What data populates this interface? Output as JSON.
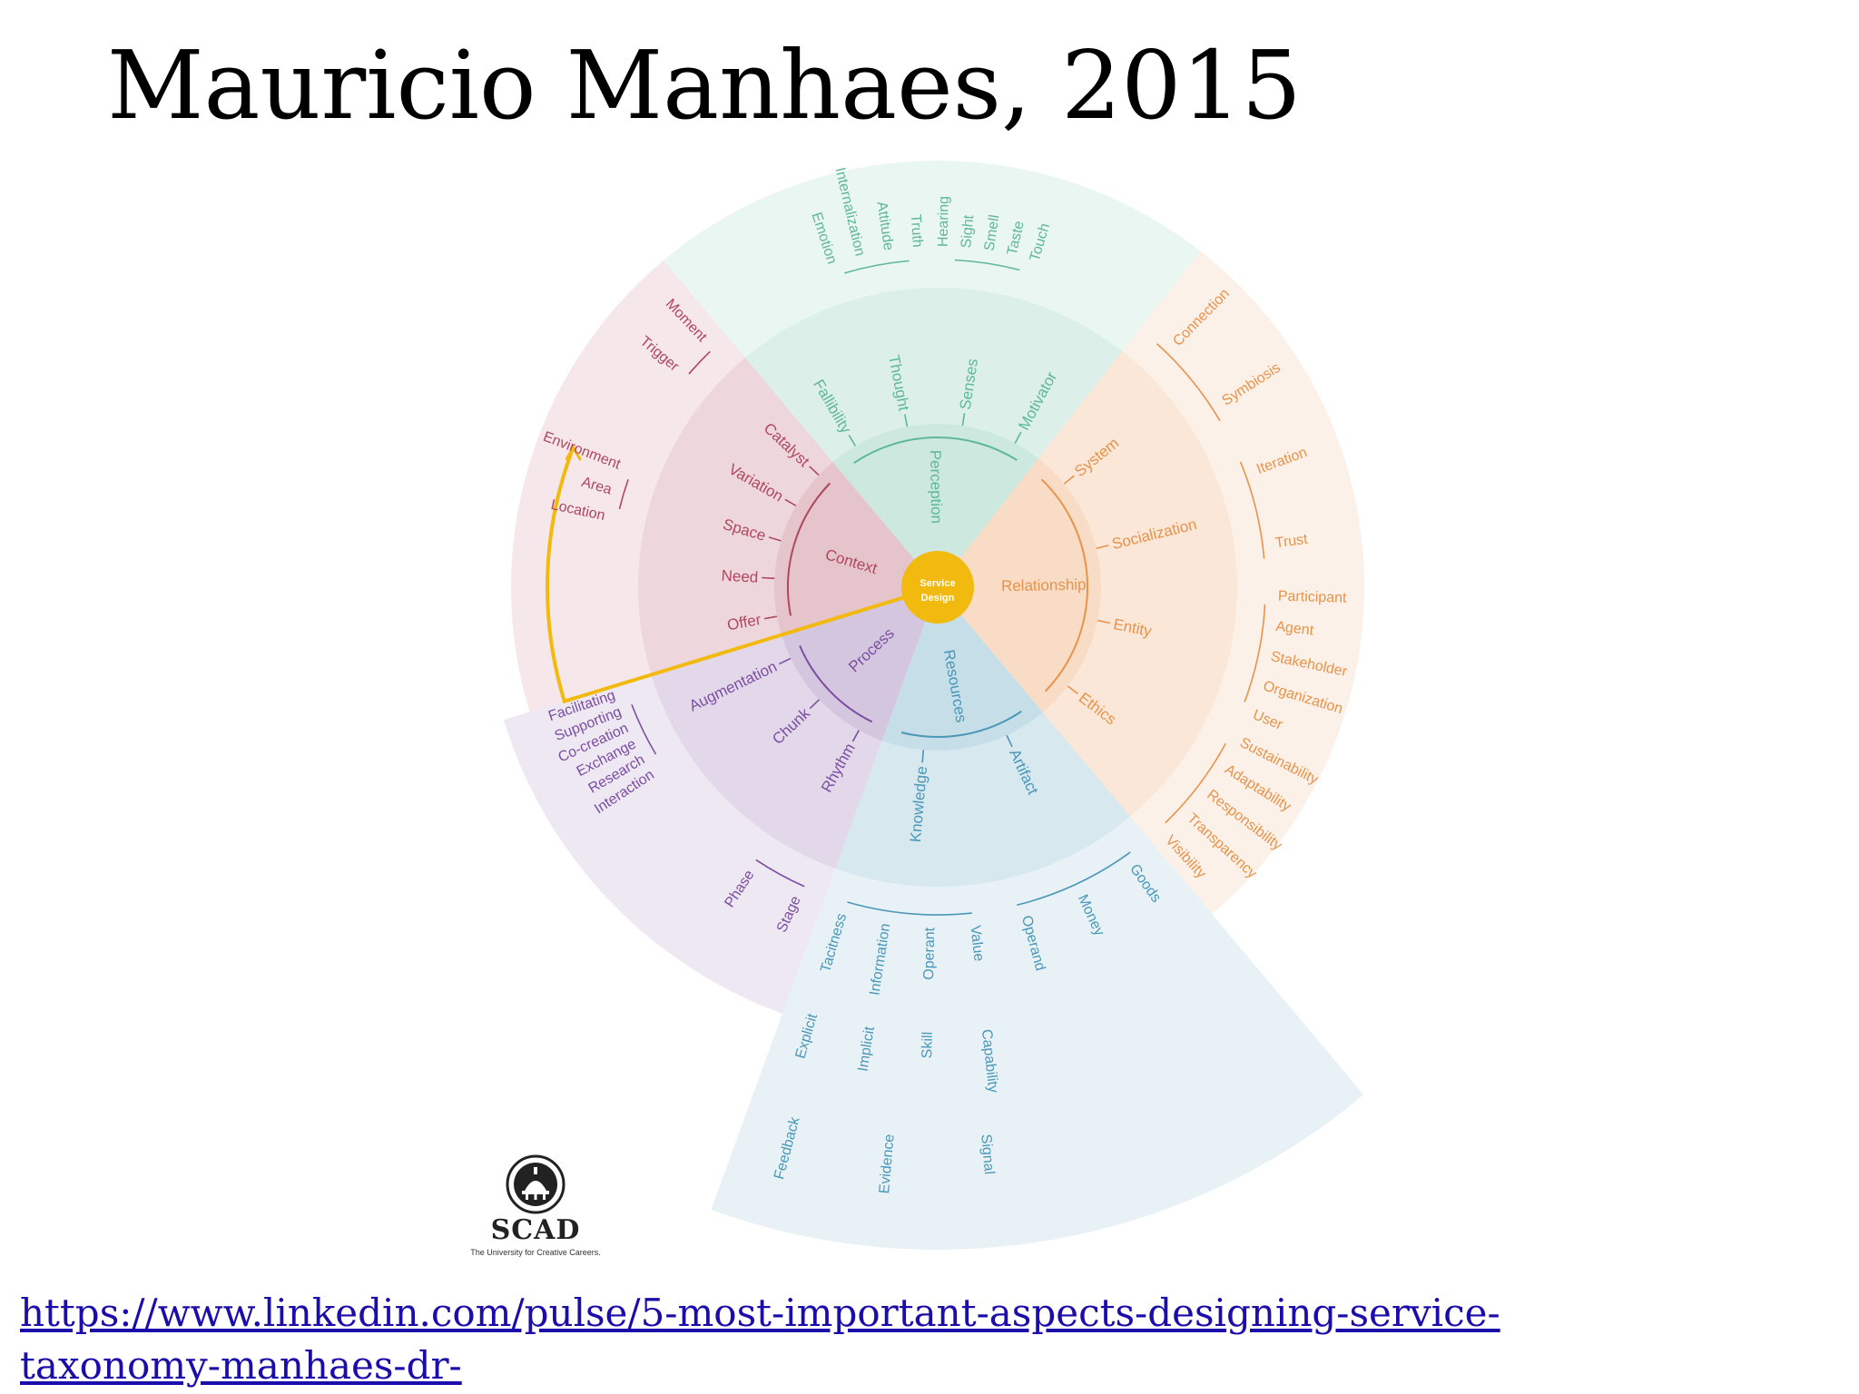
{
  "slide": {
    "title": "Mauricio Manhaes, 2015",
    "link_line1": "https://www.linkedin.com/pulse/5-most-important-aspects-designing-service-",
    "link_line2": "taxonomy-manhaes-dr-"
  },
  "logo": {
    "name": "SCAD",
    "tagline": "The University for Creative Careers."
  },
  "wheel": {
    "center_label_1": "Service",
    "center_label_2": "Design",
    "colors": {
      "perception": "#5fb79a",
      "relationship": "#e8934a",
      "resources": "#4a97b8",
      "process": "#7b4ea0",
      "context": "#b0475e",
      "center": "#f2b90f",
      "highlight": "#f2b90f"
    },
    "sectors": [
      {
        "id": "perception",
        "start": -40,
        "end": 38,
        "dimension": "Perception",
        "groups": [
          {
            "name": "Fallibility",
            "leaves": []
          },
          {
            "name": "Thought",
            "leaves": [
              "Emotion",
              "Internalization",
              "Attitude",
              "Truth"
            ]
          },
          {
            "name": "Senses",
            "leaves": [
              "Hearing",
              "Sight",
              "Smell",
              "Taste",
              "Touch"
            ]
          },
          {
            "name": "Motivator",
            "leaves": []
          }
        ]
      },
      {
        "id": "relationship",
        "start": 38,
        "end": 140,
        "dimension": "Relationship",
        "groups": [
          {
            "name": "System",
            "leaves": [
              "Connection",
              "Symbiosis"
            ]
          },
          {
            "name": "Socialization",
            "leaves": [
              "Iteration",
              "Trust"
            ]
          },
          {
            "name": "Entity",
            "leaves": [
              "Participant",
              "Agent",
              "Stakeholder",
              "Organization",
              "User"
            ]
          },
          {
            "name": "Ethics",
            "leaves": [
              "Sustainability",
              "Adaptability",
              "Responsibility",
              "Transparency",
              "Visibility"
            ]
          }
        ]
      },
      {
        "id": "resources",
        "start": 140,
        "end": 200,
        "dimension": "Resources",
        "groups": [
          {
            "name": "Artifact",
            "leaves": [
              "Goods",
              "Money",
              "Operand"
            ]
          },
          {
            "name": "Knowledge",
            "leaves": [
              "Value",
              "Operant",
              "Information",
              "Tacitness",
              "Capability",
              "Skill",
              "Implicit",
              "Explicit",
              "Signal",
              "Evidence",
              "Feedback"
            ]
          }
        ]
      },
      {
        "id": "process",
        "start": 200,
        "end": 253,
        "dimension": "Process",
        "groups": [
          {
            "name": "Rhythm",
            "leaves": [
              "Stage",
              "Phase"
            ]
          },
          {
            "name": "Chunk",
            "leaves": []
          },
          {
            "name": "Augmentation",
            "leaves": [
              "Interaction",
              "Research",
              "Exchange",
              "Co-creation",
              "Supporting",
              "Facilitating"
            ]
          }
        ]
      },
      {
        "id": "context",
        "start": 253,
        "end": 320,
        "dimension": "Context",
        "groups": [
          {
            "name": "Offer",
            "leaves": []
          },
          {
            "name": "Need",
            "leaves": []
          },
          {
            "name": "Space",
            "leaves": [
              "Location",
              "Area",
              "Environment"
            ]
          },
          {
            "name": "Variation",
            "leaves": []
          },
          {
            "name": "Catalyst",
            "leaves": [
              "Trigger",
              "Moment"
            ]
          }
        ]
      }
    ]
  }
}
